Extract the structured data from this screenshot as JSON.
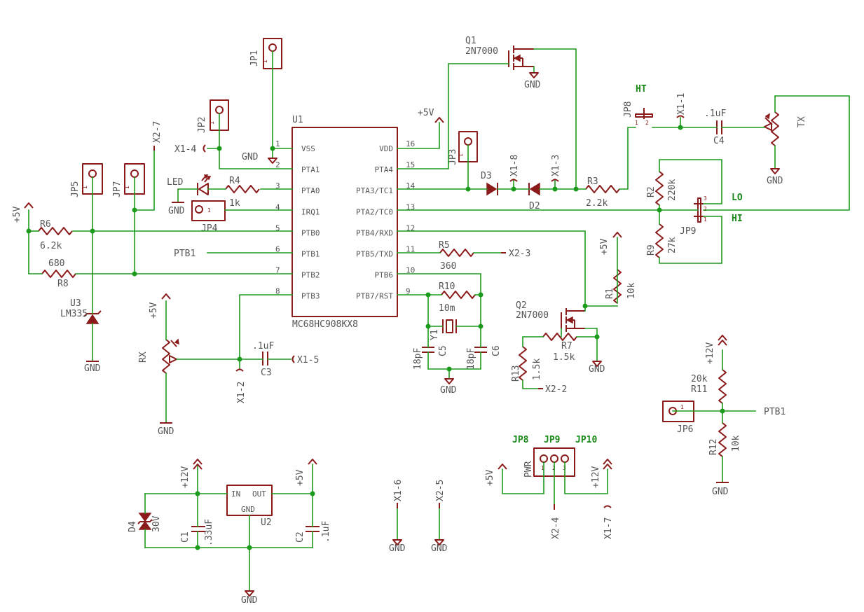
{
  "u1": {
    "ref": "U1",
    "part": "MC68HC908KX8",
    "left_pins": [
      {
        "num": "1",
        "name": "VSS"
      },
      {
        "num": "2",
        "name": "PTA1"
      },
      {
        "num": "3",
        "name": "PTA0"
      },
      {
        "num": "4",
        "name": "IRQ1"
      },
      {
        "num": "5",
        "name": "PTB0"
      },
      {
        "num": "6",
        "name": "PTB1"
      },
      {
        "num": "7",
        "name": "PTB2"
      },
      {
        "num": "8",
        "name": "PTB3"
      }
    ],
    "right_pins": [
      {
        "num": "16",
        "name": "VDD"
      },
      {
        "num": "15",
        "name": "PTA4"
      },
      {
        "num": "14",
        "name": "PTA3/TC1"
      },
      {
        "num": "13",
        "name": "PTA2/TC0"
      },
      {
        "num": "12",
        "name": "PTB4/RXD"
      },
      {
        "num": "11",
        "name": "PTB5/TXD"
      },
      {
        "num": "10",
        "name": "PTB6"
      },
      {
        "num": "9",
        "name": "PTB7/RST"
      }
    ]
  },
  "labels": {
    "gnd": "GND",
    "p5v": "+5V",
    "p12v": "+12V",
    "ptb1": "PTB1",
    "led": "LED",
    "pin1": "1",
    "pin2": "2",
    "pin3": "3",
    "pwr": "PWR",
    "y1": "Y1"
  },
  "parts": {
    "q1_ref": "Q1",
    "q1_val": "2N7000",
    "q2_ref": "Q2",
    "q2_val": "2N7000",
    "u2_ref": "U2",
    "u2_in": "IN",
    "u2_out": "OUT",
    "u2_gnd": "GND",
    "u3_ref": "U3",
    "u3_val": "LM335",
    "r1_ref": "R1",
    "r1_val": "10k",
    "r2_ref": "R2",
    "r2_val": "220k",
    "r3_ref": "R3",
    "r3_val": "2.2k",
    "r4_ref": "R4",
    "r4_val": "1k",
    "r5_ref": "R5",
    "r5_val": "360",
    "r6_ref": "R6",
    "r6_val": "6.2k",
    "r7_ref": "R7",
    "r7_val": "1.5k",
    "r8_ref": "R8",
    "r8_val": "680",
    "r9_ref": "R9",
    "r9_val": "27k",
    "r10_ref": "R10",
    "r10_val": "10m",
    "r11_ref": "R11",
    "r11_val": "20k",
    "r12_ref": "R12",
    "r12_val": "10k",
    "r13_ref": "R13",
    "r13_val": "1.5k",
    "c1_ref": "C1",
    "c1_val": ".33uF",
    "c2_ref": "C2",
    "c2_val": ".1uF",
    "c3_ref": "C3",
    "c3_val": ".1uF",
    "c4_ref": "C4",
    "c4_val": ".1uF",
    "c5_ref": "C5",
    "c5_val": "18pF",
    "c6_ref": "C6",
    "c6_val": "18pF",
    "d2_ref": "D2",
    "d3_ref": "D3",
    "d4_ref": "D4",
    "d4_val": "30V",
    "rx_ref": "RX",
    "tx_ref": "TX"
  },
  "jumpers": {
    "jp1": "JP1",
    "jp2": "JP2",
    "jp3": "JP3",
    "jp4": "JP4",
    "jp5": "JP5",
    "jp6": "JP6",
    "jp7": "JP7",
    "jp8": "JP8",
    "jp9": "JP9",
    "jp10": "JP10",
    "ht": "HT",
    "lo": "LO",
    "hi": "HI"
  },
  "connectors": {
    "x1_1": "X1-1",
    "x1_2": "X1-2",
    "x1_3": "X1-3",
    "x1_4": "X1-4",
    "x1_5": "X1-5",
    "x1_6": "X1-6",
    "x1_7": "X1-7",
    "x1_8": "X1-8",
    "x2_2": "X2-2",
    "x2_3": "X2-3",
    "x2_4": "X2-4",
    "x2_5": "X2-5",
    "x2_7": "X2-7"
  },
  "colors": {
    "wire": "#1c9a1c",
    "symbol": "#8b1a1a",
    "text": "#555555",
    "jumper_label": "#1a8a1a"
  }
}
